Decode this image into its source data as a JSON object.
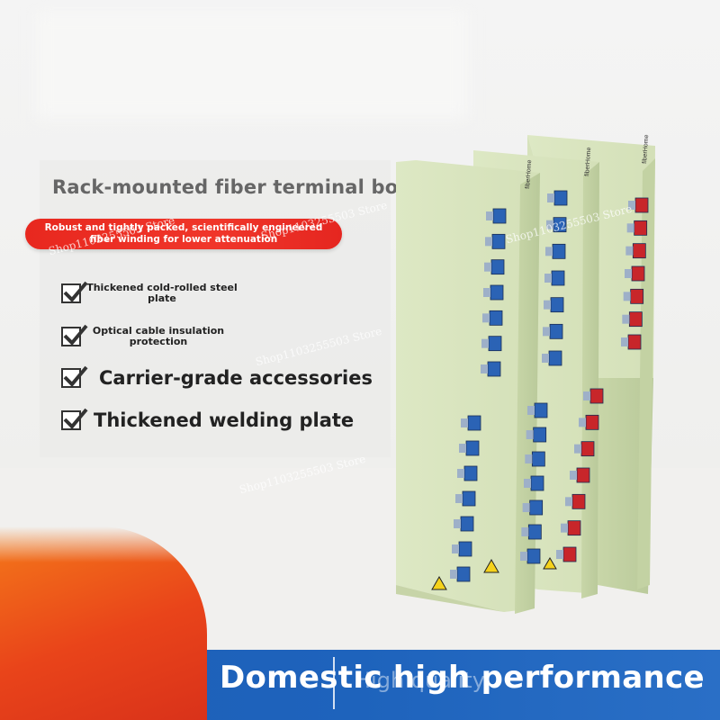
{
  "heading": "Rack-mounted fiber terminal box",
  "banner": {
    "line1": "Robust and tightly packed, scientifically engineered",
    "line2": "fiber winding for lower attenuation"
  },
  "features": [
    {
      "line1": "Thickened cold-rolled steel",
      "line2": "plate"
    },
    {
      "line1": "Optical cable insulation",
      "line2": "protection"
    },
    {
      "line1": "Carrier-grade accessories"
    },
    {
      "line1": "Thickened welding plate"
    }
  ],
  "bottom": {
    "headline": "Domestic high performance",
    "ghost": "High quality"
  },
  "product_brand": "fiberHome",
  "watermarks": [
    "Shop1103255503 Store",
    "Shop1103255503 Store",
    "Shop1103255503 Store",
    "Shop1103255503 Store",
    "Shop1103255503 Store"
  ],
  "colors": {
    "box": "#dfe9c6",
    "box_side": "#c9d6ad",
    "port_blue": "#2b63b5",
    "port_red": "#c8262a",
    "banner_red": "#ee2f24",
    "bottom_blue": "#1f5fb8",
    "bottom_orange": "#f07020"
  }
}
